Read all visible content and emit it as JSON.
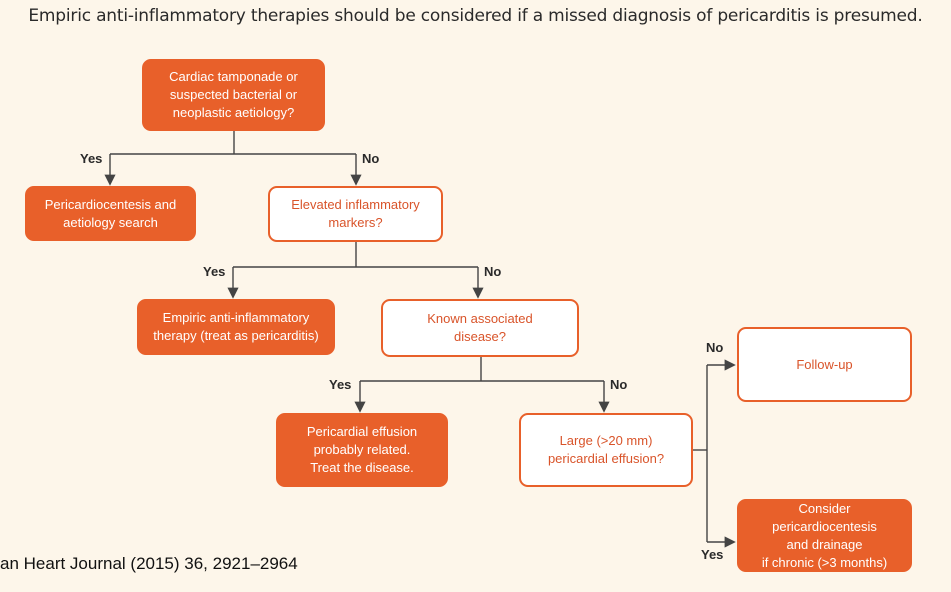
{
  "title": "Empiric anti-inflammatory therapies should be considered if a missed diagnosis of pericarditis is presumed.",
  "nodes": {
    "tamponade": "Cardiac tamponade or\nsuspected bacterial or\nneoplastic aetiology?",
    "pericardiocentesis": "Pericardiocentesis and\naetiology search",
    "inflammatory_markers": "Elevated inflammatory\nmarkers?",
    "empiric_therapy": "Empiric anti-inflammatory\ntherapy (treat as pericarditis)",
    "known_disease": "Known associated\ndisease?",
    "effusion_related": "Pericardial effusion\nprobably related.\nTreat the disease.",
    "large_effusion": "Large (>20 mm)\npericardial effusion?",
    "follow_up": "Follow-up",
    "consider_drainage": "Consider pericardiocentesis\nand drainage\nif chronic (>3 months)"
  },
  "labels": {
    "yes": "Yes",
    "no": "No"
  },
  "citation": "an Heart Journal (2015) 36, 2921–2964",
  "colors": {
    "accent": "#e8602a",
    "line": "#444444",
    "background": "#fdf6ea"
  }
}
